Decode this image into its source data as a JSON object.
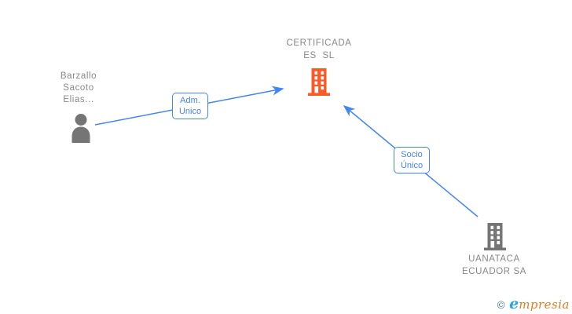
{
  "diagram": {
    "main_company": {
      "name": "CERTIFICADA ES SL"
    },
    "person": {
      "name": "Barzallo Sacoto Elias..."
    },
    "related_company": {
      "name": "UANATACA ECUADOR SA"
    },
    "edges": [
      {
        "label": "Adm. Unico",
        "from": "Barzallo Sacoto Elias...",
        "to": "CERTIFICADA ES SL"
      },
      {
        "label": "Socio Único",
        "from": "UANATACA ECUADOR SA",
        "to": "CERTIFICADA ES SL"
      }
    ],
    "colors": {
      "highlight_orange": "#fb5a26",
      "node_gray": "#757575",
      "edge_blue": "#4285f4",
      "label_gray": "#888888"
    }
  },
  "footer": {
    "copyright": "©",
    "brand_initial": "e",
    "brand_rest": "mpresia"
  }
}
